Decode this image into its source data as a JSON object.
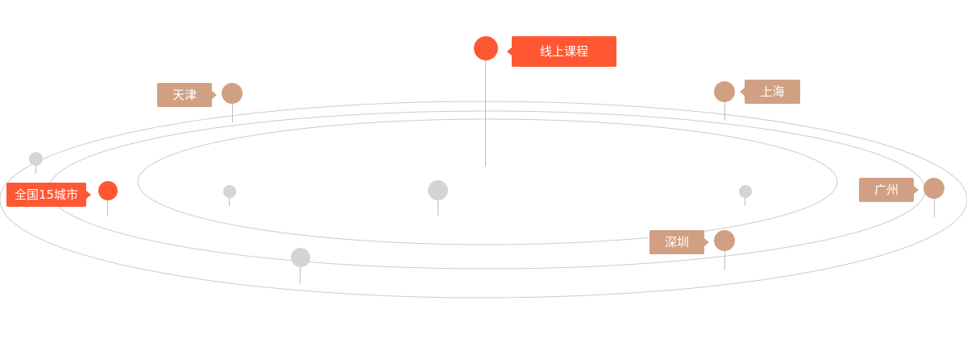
{
  "colors": {
    "orange": "#ff5733",
    "tan": "#d1a083",
    "gray": "#d4d4d4",
    "orbit": "#cccccc"
  },
  "pins": {
    "online": {
      "label": "线上课程"
    },
    "tianjin": {
      "label": "天津"
    },
    "shanghai": {
      "label": "上海"
    },
    "national": {
      "label": "全国15城市"
    },
    "guangzhou": {
      "label": "广州"
    },
    "shenzhen": {
      "label": "深圳"
    }
  }
}
